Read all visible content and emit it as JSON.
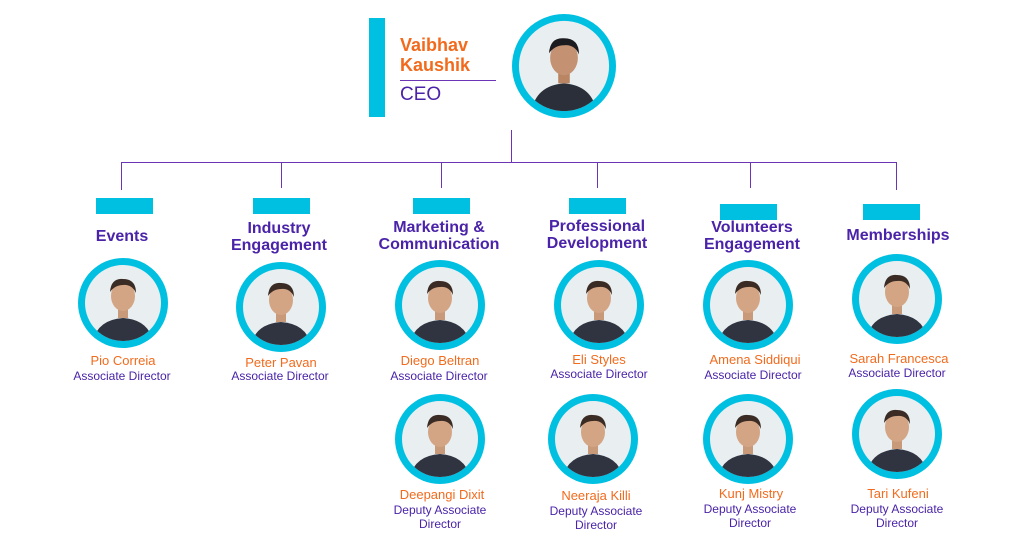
{
  "ceo": {
    "name": "Vaibhav Kaushik",
    "title": "CEO"
  },
  "colors": {
    "accent": "#00c0e2",
    "name": "#f26b1d",
    "heading": "#4a23a8",
    "connector": "#6b35b5"
  },
  "departments": [
    {
      "name": "Events",
      "members": [
        {
          "name": "Pio Correia",
          "role": "Associate Director"
        }
      ]
    },
    {
      "name": "Industry Engagement",
      "members": [
        {
          "name": "Peter Pavan",
          "role": "Associate Director"
        }
      ]
    },
    {
      "name": "Marketing & Communication",
      "members": [
        {
          "name": "Diego Beltran",
          "role": "Associate Director"
        },
        {
          "name": "Deepangi Dixit",
          "role": "Deputy Associate Director"
        }
      ]
    },
    {
      "name": "Professional Development",
      "members": [
        {
          "name": "Eli Styles",
          "role": "Associate Director"
        },
        {
          "name": "Neeraja Killi",
          "role": "Deputy Associate Director"
        }
      ]
    },
    {
      "name": "Volunteers Engagement",
      "members": [
        {
          "name": "Amena Siddiqui",
          "role": "Associate Director"
        },
        {
          "name": "Kunj Mistry",
          "role": "Deputy Associate Director"
        }
      ]
    },
    {
      "name": "Memberships",
      "members": [
        {
          "name": "Sarah Francesca",
          "role": "Associate Director"
        },
        {
          "name": "Tari Kufeni",
          "role": "Deputy Associate Director"
        }
      ]
    }
  ]
}
